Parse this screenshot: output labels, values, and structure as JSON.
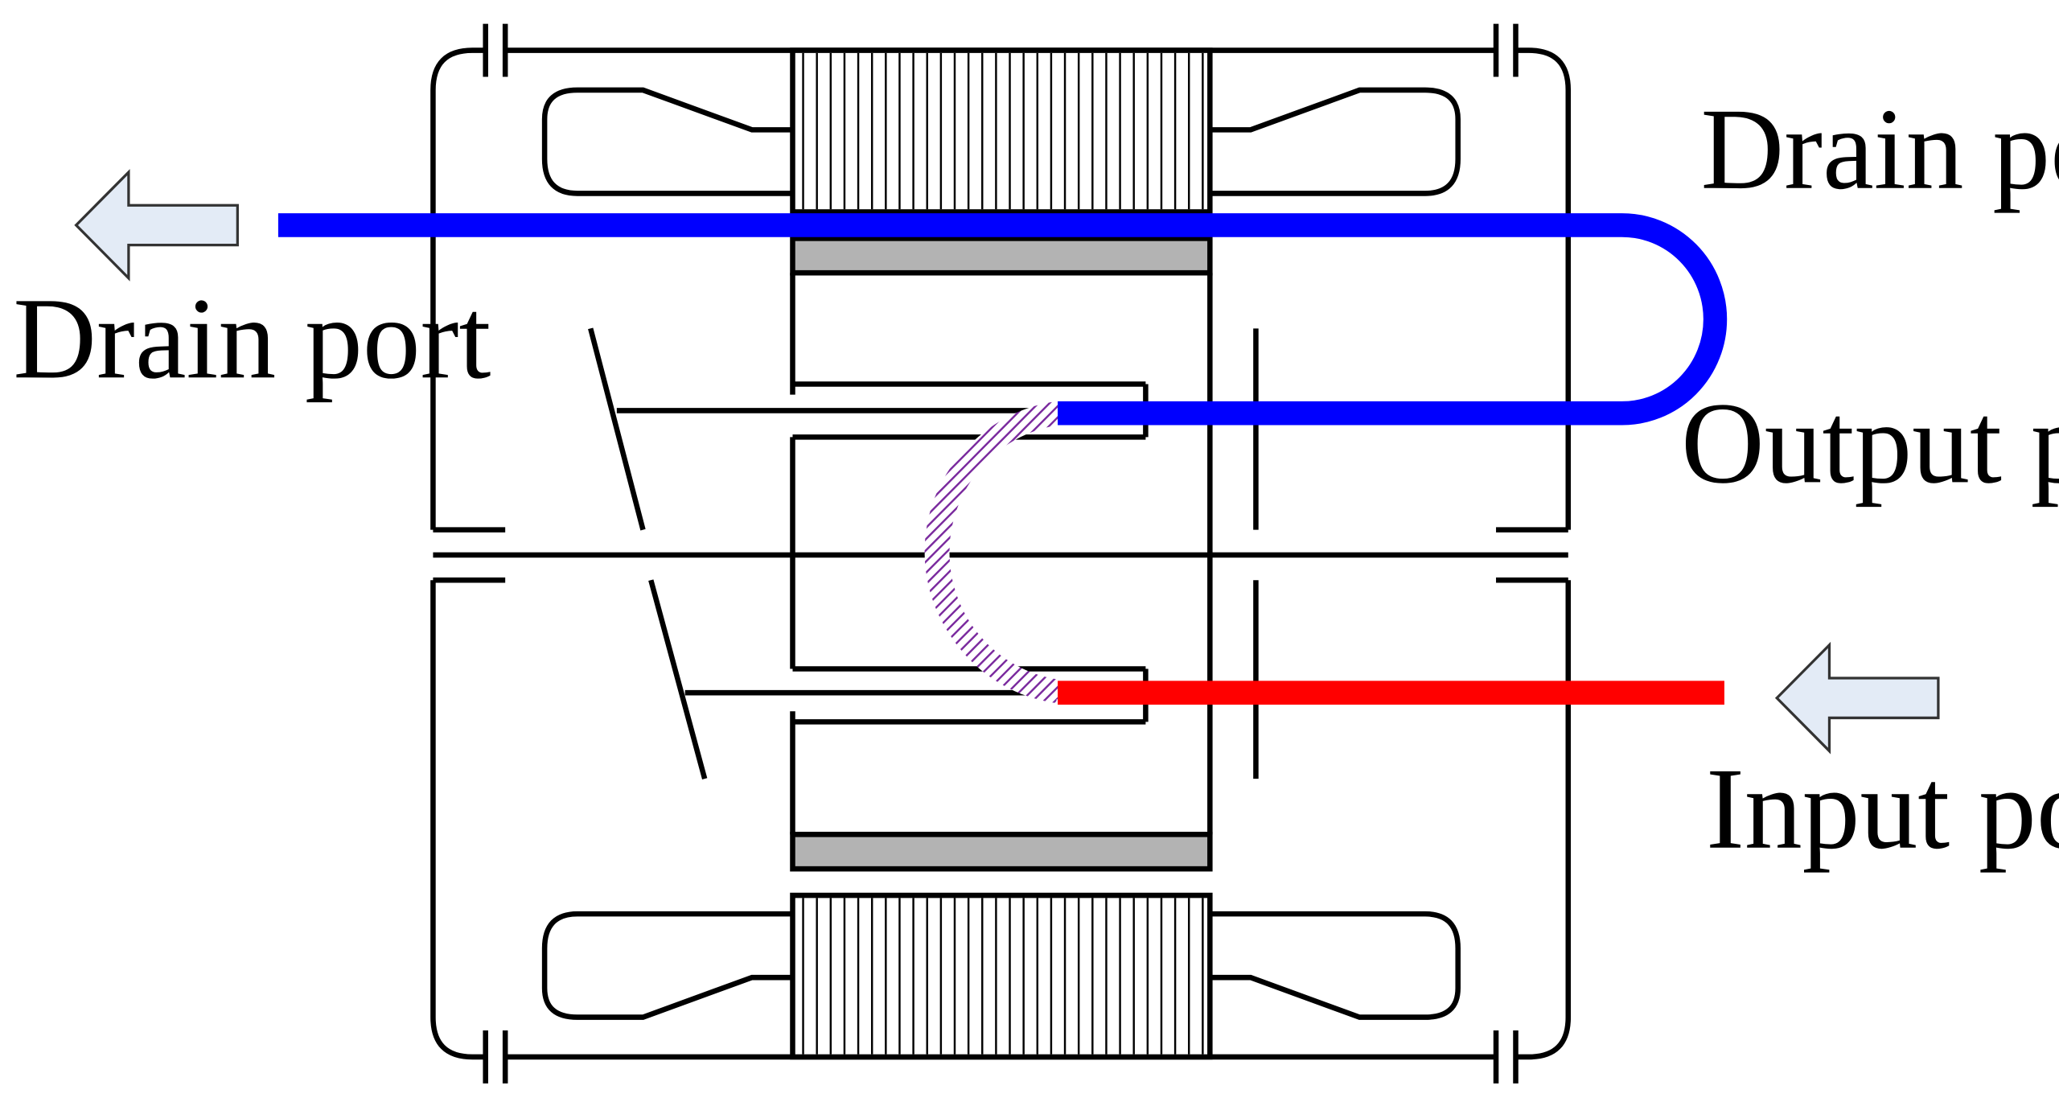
{
  "labels": {
    "drain_port_left": "Drain port",
    "drain_port_right": "Drain port",
    "output_port": "Output port",
    "input_port": "Input port"
  },
  "colors": {
    "drain_line": "#0000ff",
    "input_line": "#ff0000",
    "hatched_connector": "#7a2a9e",
    "arrow_fill": "#e3ebf6",
    "outline": "#000000",
    "sleeve_fill": "#b3b3b3"
  },
  "icons": {
    "left_arrow": "arrow-left-icon",
    "right_arrow": "arrow-left-icon"
  }
}
